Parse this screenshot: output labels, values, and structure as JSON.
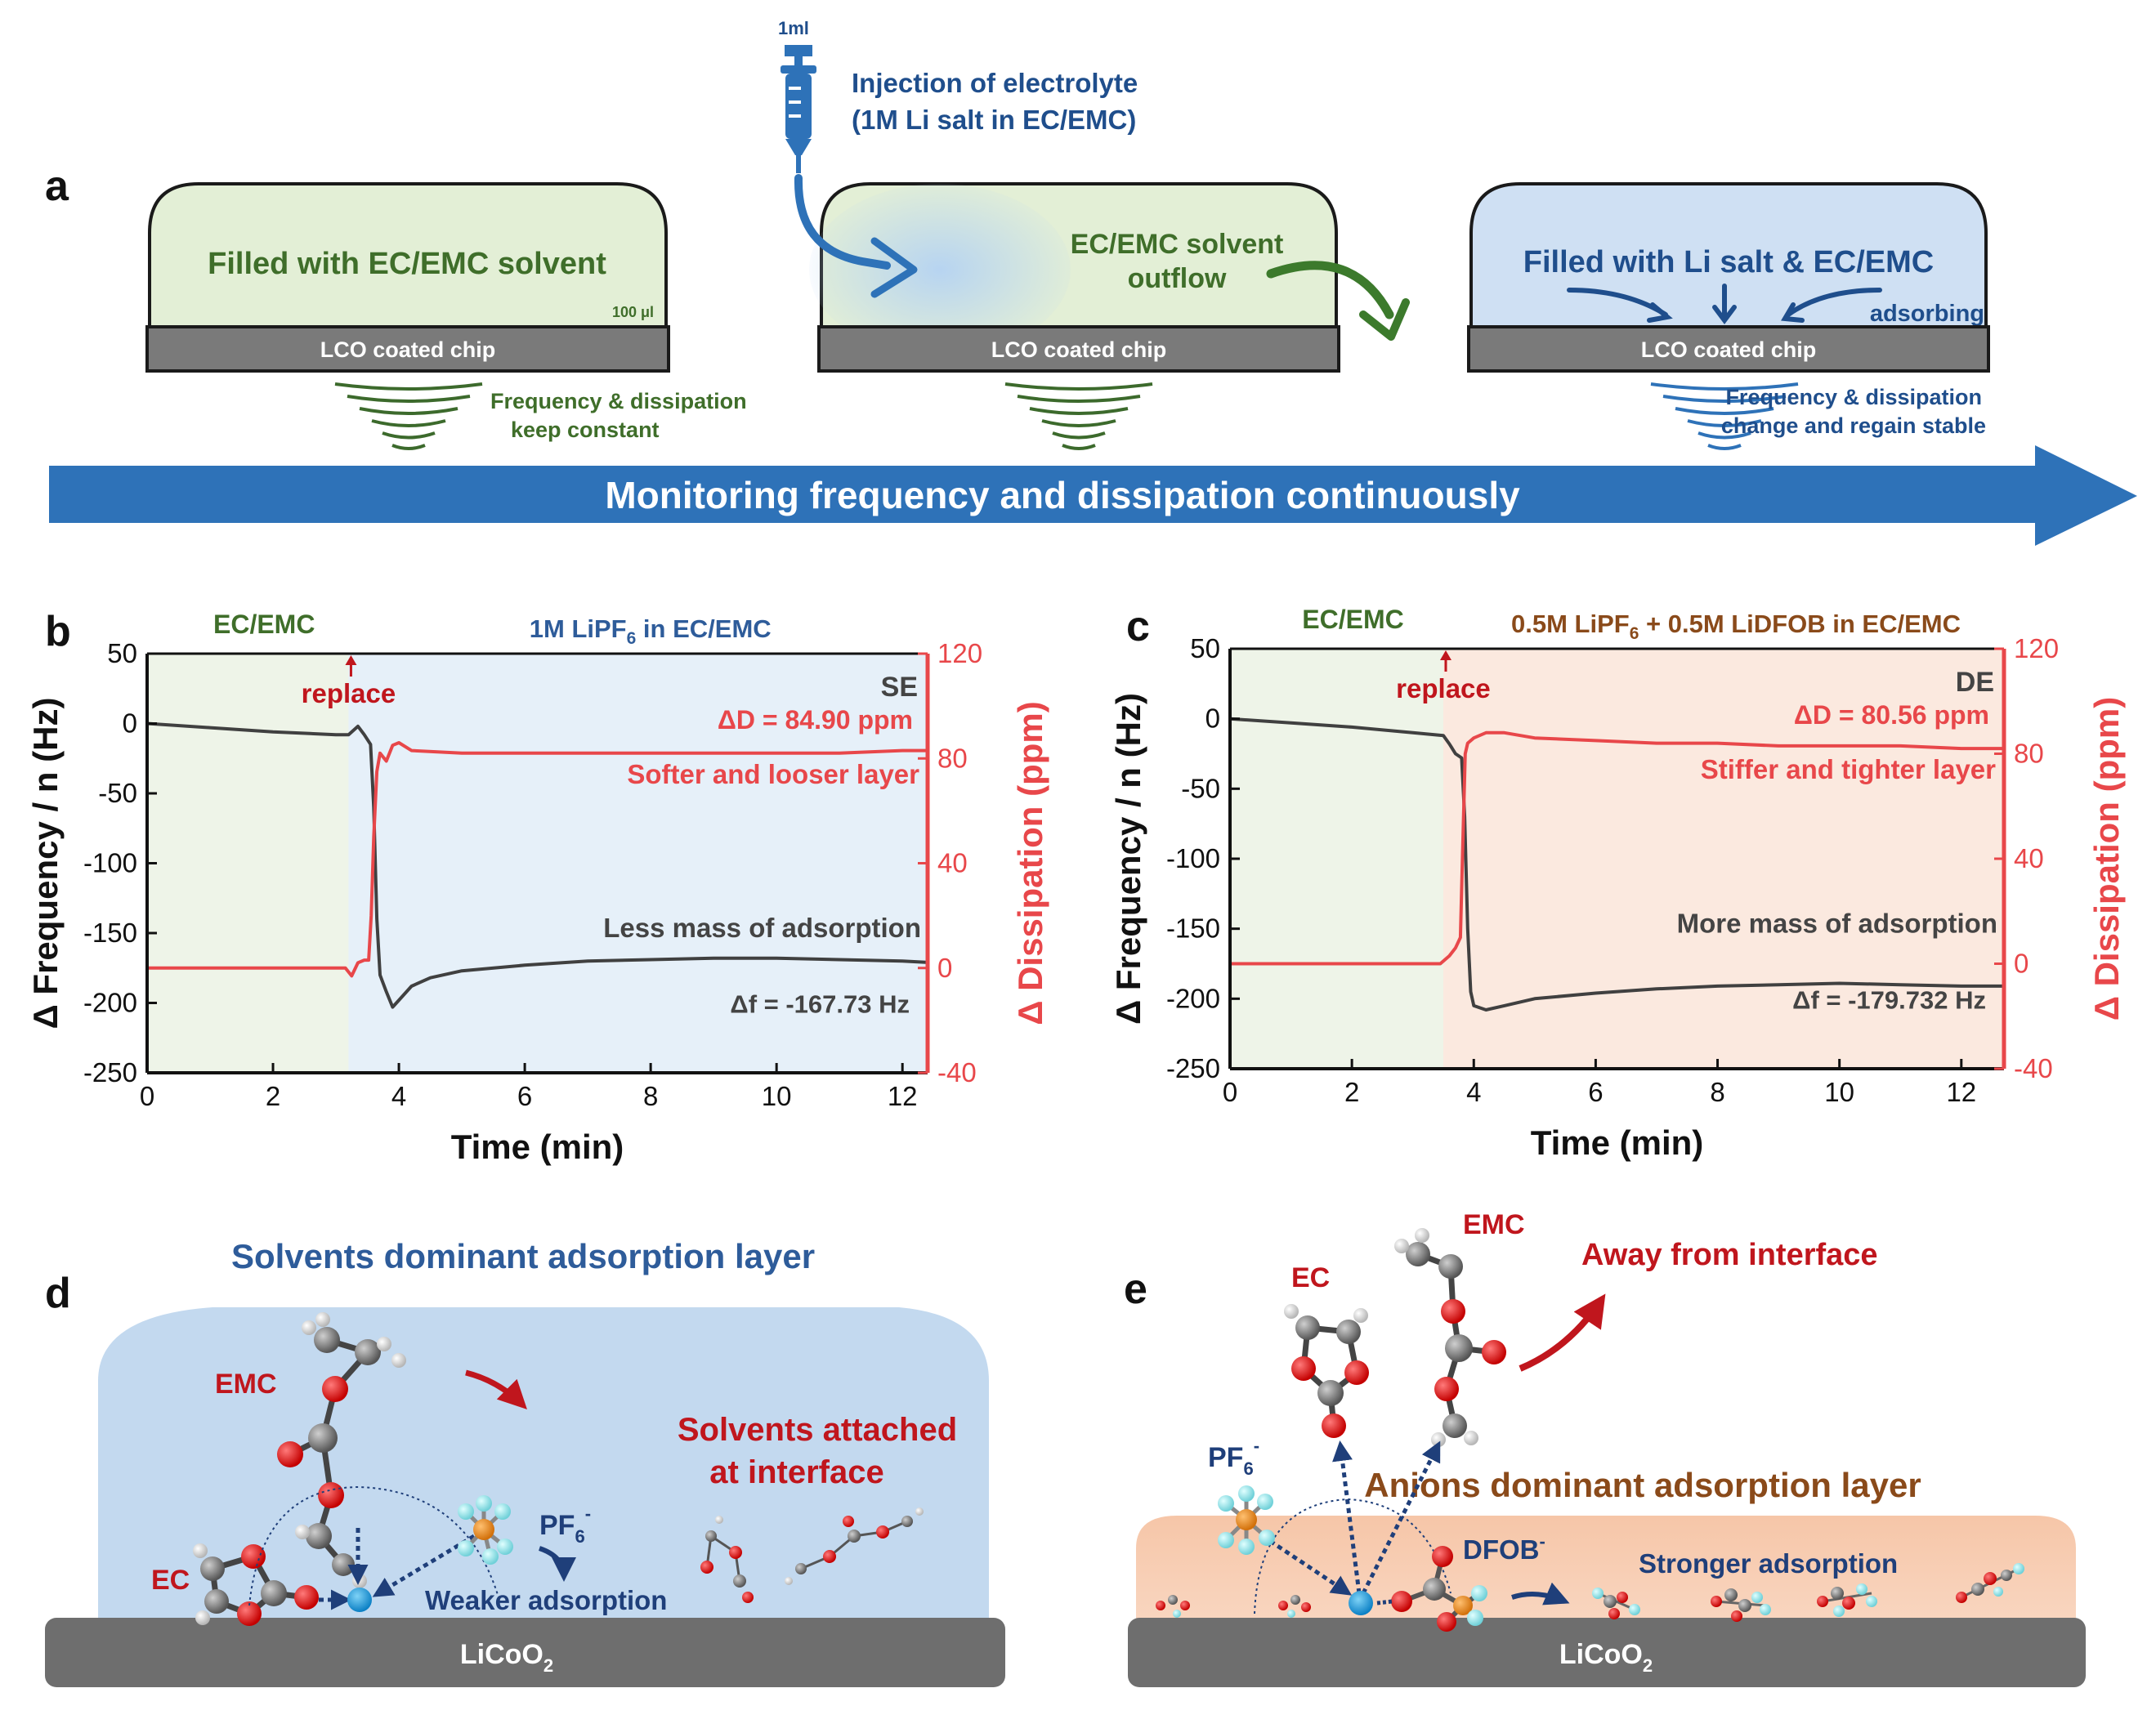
{
  "colors": {
    "blue_arrow": "#2e72b8",
    "dark_blue": "#1f4e8c",
    "green_text": "#3f6e2a",
    "green_fill": "#e3efd6",
    "blue_fill": "#cfe0f3",
    "chip_gray": "#7a7a7a",
    "red": "#e8474a",
    "dark_red": "#c0161d",
    "gray_curve": "#404040",
    "orange_text": "#8a4a1a",
    "orange_fill": "#f8d2bd",
    "plot_green_bg": "#eef4e8",
    "plot_blue_bg": "#e6f0f9",
    "plot_orange_bg": "#fbe9df"
  },
  "panel_a": {
    "label": "a",
    "syringe_volume": "1ml",
    "injection_line1": "Injection of electrolyte",
    "injection_line2": "(1M Li salt in EC/EMC)",
    "cell1_text": "Filled with EC/EMC solvent",
    "cell1_volume": "100 μl",
    "chip_label": "LCO coated chip",
    "cell2_text_line1": "EC/EMC solvent",
    "cell2_text_line2": "outflow",
    "cell3_text": "Filled with Li salt & EC/EMC",
    "adsorbing": "adsorbing",
    "note1_line1": "Frequency & dissipation",
    "note1_line2": "keep constant",
    "note3_line1": "Frequency & dissipation",
    "note3_line2": "change and regain stable",
    "arrow_text": "Monitoring frequency and dissipation continuously"
  },
  "chart_data": [
    {
      "panel": "b",
      "type": "line",
      "region1_label": "EC/EMC",
      "region2_label_pre": "1M LiPF",
      "region2_label_sub": "6",
      "region2_label_post": " in EC/EMC",
      "tag": "SE",
      "replace_label": "replace",
      "dD_label": "ΔD = 84.90 ppm",
      "layer_label": "Softer and looser layer",
      "mass_label": "Less mass of adsorption",
      "df_label": "Δf = -167.73 Hz",
      "xlabel": "Time (min)",
      "ylabel_left": "Δ Frequency / n (Hz)",
      "ylabel_right": "Δ Dissipation (ppm)",
      "xlim": [
        0,
        12.4
      ],
      "ylim_left": [
        -250,
        50
      ],
      "ylim_right": [
        -40,
        120
      ],
      "xticks": [
        0,
        2,
        4,
        6,
        8,
        10,
        12
      ],
      "yticks_left": [
        50,
        0,
        -50,
        -100,
        -150,
        -200,
        -250
      ],
      "yticks_right": [
        120,
        80,
        40,
        0,
        -40
      ],
      "switch_time": 3.2,
      "series": [
        {
          "axis": "left",
          "points": [
            [
              0,
              0
            ],
            [
              1,
              -3
            ],
            [
              2,
              -6
            ],
            [
              3,
              -8
            ],
            [
              3.2,
              -8
            ],
            [
              3.35,
              -2
            ],
            [
              3.45,
              -8
            ],
            [
              3.55,
              -15
            ],
            [
              3.6,
              -60
            ],
            [
              3.65,
              -140
            ],
            [
              3.7,
              -180
            ],
            [
              3.8,
              -192
            ],
            [
              3.9,
              -203
            ],
            [
              4.0,
              -198
            ],
            [
              4.2,
              -188
            ],
            [
              4.5,
              -182
            ],
            [
              5,
              -177
            ],
            [
              6,
              -173
            ],
            [
              7,
              -170
            ],
            [
              8,
              -169
            ],
            [
              9,
              -168
            ],
            [
              10,
              -168
            ],
            [
              11,
              -169
            ],
            [
              12,
              -170
            ],
            [
              12.4,
              -171
            ]
          ]
        },
        {
          "axis": "right",
          "points": [
            [
              0,
              0
            ],
            [
              1,
              0
            ],
            [
              2,
              0
            ],
            [
              3,
              0
            ],
            [
              3.15,
              0
            ],
            [
              3.25,
              -3
            ],
            [
              3.35,
              2
            ],
            [
              3.45,
              3
            ],
            [
              3.52,
              3
            ],
            [
              3.56,
              20
            ],
            [
              3.6,
              50
            ],
            [
              3.65,
              75
            ],
            [
              3.7,
              82
            ],
            [
              3.8,
              79
            ],
            [
              3.9,
              85
            ],
            [
              4.0,
              86
            ],
            [
              4.2,
              83
            ],
            [
              5,
              82
            ],
            [
              6,
              82
            ],
            [
              7,
              82
            ],
            [
              8,
              82
            ],
            [
              9,
              82
            ],
            [
              10,
              82
            ],
            [
              11,
              82
            ],
            [
              12,
              83
            ],
            [
              12.4,
              83
            ]
          ]
        }
      ]
    },
    {
      "panel": "c",
      "type": "line",
      "region1_label": "EC/EMC",
      "region2_label_pre": "0.5M LiPF",
      "region2_label_sub": "6",
      "region2_label_post": " + 0.5M LiDFOB in EC/EMC",
      "tag": "DE",
      "replace_label": "replace",
      "dD_label": "ΔD = 80.56 ppm",
      "layer_label": "Stiffer and tighter layer",
      "mass_label": "More mass of adsorption",
      "df_label": "Δf = -179.732 Hz",
      "xlabel": "Time (min)",
      "ylabel_left": "Δ Frequency / n (Hz)",
      "ylabel_right": "Δ Dissipation (ppm)",
      "xlim": [
        0,
        12.7
      ],
      "ylim_left": [
        -250,
        50
      ],
      "ylim_right": [
        -40,
        120
      ],
      "xticks": [
        0,
        2,
        4,
        6,
        8,
        10,
        12
      ],
      "yticks_left": [
        50,
        0,
        -50,
        -100,
        -150,
        -200,
        -250
      ],
      "yticks_right": [
        120,
        80,
        40,
        0,
        -40
      ],
      "switch_time": 3.5,
      "series": [
        {
          "axis": "left",
          "points": [
            [
              0,
              0
            ],
            [
              1,
              -3
            ],
            [
              2,
              -6
            ],
            [
              3,
              -10
            ],
            [
              3.5,
              -12
            ],
            [
              3.6,
              -18
            ],
            [
              3.7,
              -25
            ],
            [
              3.8,
              -28
            ],
            [
              3.85,
              -70
            ],
            [
              3.9,
              -150
            ],
            [
              3.95,
              -195
            ],
            [
              4.0,
              -205
            ],
            [
              4.2,
              -208
            ],
            [
              4.5,
              -205
            ],
            [
              5,
              -200
            ],
            [
              6,
              -196
            ],
            [
              7,
              -193
            ],
            [
              8,
              -191
            ],
            [
              9,
              -190
            ],
            [
              10,
              -189
            ],
            [
              11,
              -190
            ],
            [
              12,
              -191
            ],
            [
              12.7,
              -191
            ]
          ]
        },
        {
          "axis": "right",
          "points": [
            [
              0,
              0
            ],
            [
              1,
              0
            ],
            [
              2,
              0
            ],
            [
              3,
              0
            ],
            [
              3.45,
              0
            ],
            [
              3.6,
              3
            ],
            [
              3.7,
              6
            ],
            [
              3.78,
              10
            ],
            [
              3.82,
              45
            ],
            [
              3.86,
              80
            ],
            [
              3.9,
              84
            ],
            [
              4.0,
              86
            ],
            [
              4.2,
              88
            ],
            [
              4.5,
              88
            ],
            [
              5,
              86
            ],
            [
              6,
              85
            ],
            [
              7,
              84
            ],
            [
              8,
              84
            ],
            [
              9,
              83
            ],
            [
              10,
              83
            ],
            [
              11,
              83
            ],
            [
              12,
              82
            ],
            [
              12.7,
              82
            ]
          ]
        }
      ]
    }
  ],
  "panel_d": {
    "label": "d",
    "title": "Solvents dominant adsorption layer",
    "emc": "EMC",
    "ec": "EC",
    "solvents_line1": "Solvents attached",
    "solvents_line2": "at interface",
    "pf6": "PF",
    "pf6_sub": "6",
    "pf6_sup": "-",
    "weaker": "Weaker adsorption",
    "substrate_pre": "LiCoO",
    "substrate_sub": "2"
  },
  "panel_e": {
    "label": "e",
    "emc": "EMC",
    "ec": "EC",
    "away": "Away from interface",
    "pf6": "PF",
    "pf6_sub": "6",
    "pf6_sup": "-",
    "title": "Anions dominant adsorption layer",
    "dfob": "DFOB",
    "dfob_sup": "-",
    "stronger": "Stronger adsorption",
    "substrate_pre": "LiCoO",
    "substrate_sub": "2"
  }
}
